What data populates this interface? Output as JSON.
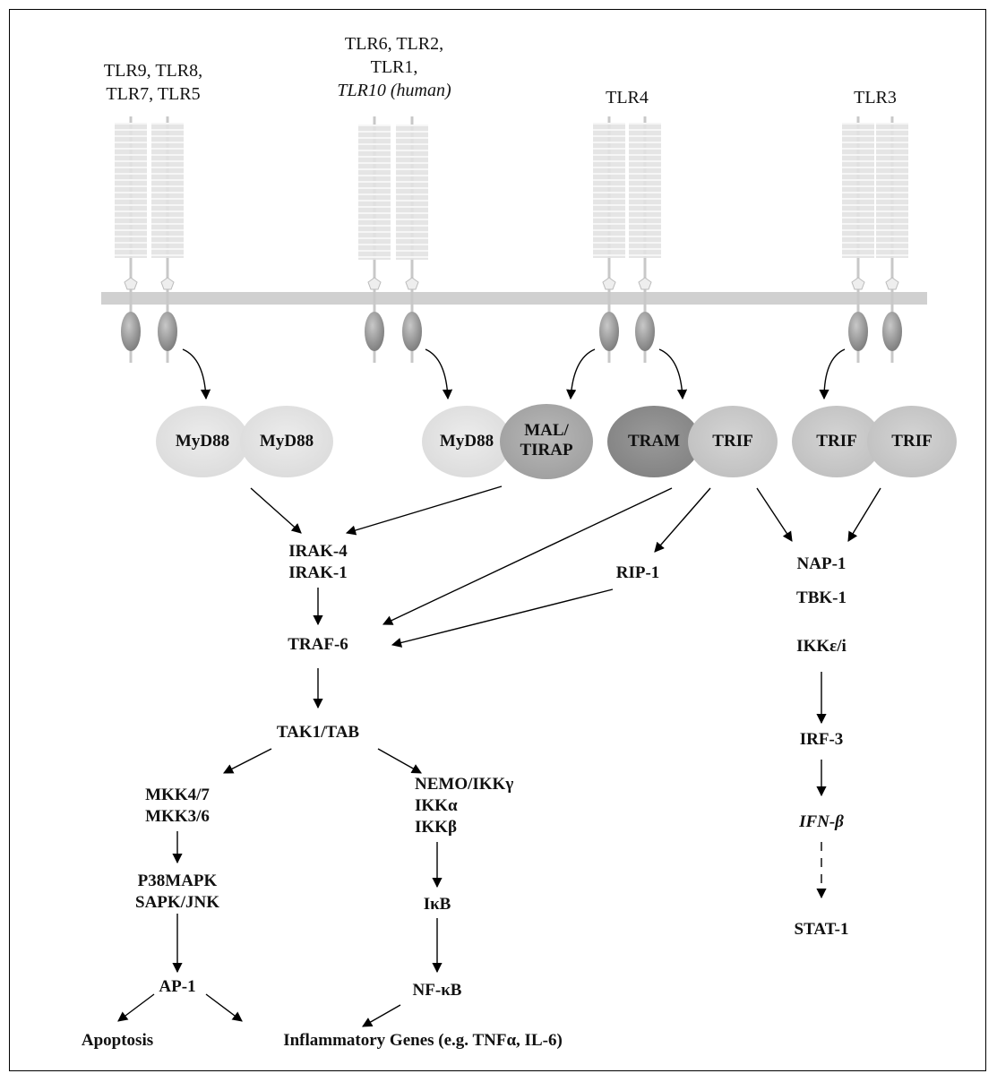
{
  "receptors": {
    "group1": [
      "TLR9, TLR8,",
      "TLR7, TLR5"
    ],
    "group2": [
      "TLR6, TLR2,",
      "TLR1,",
      "TLR10 (human)"
    ],
    "group3": [
      "TLR4"
    ],
    "group4": [
      "TLR3"
    ]
  },
  "adaptors": {
    "myd88_a": "MyD88",
    "myd88_b": "MyD88",
    "myd88_c": "MyD88",
    "mal_tirap": [
      "MAL/",
      "TIRAP"
    ],
    "tram": "TRAM",
    "trif_a": "TRIF",
    "trif_b": "TRIF",
    "trif_c": "TRIF"
  },
  "nodes": {
    "irak": [
      "IRAK-4",
      "IRAK-1"
    ],
    "traf6": "TRAF-6",
    "tak1": "TAK1/TAB",
    "mkk": [
      "MKK4/7",
      "MKK3/6"
    ],
    "p38": [
      "P38MAPK",
      "SAPK/JNK"
    ],
    "ap1": "AP-1",
    "apoptosis": "Apoptosis",
    "inflammatory": "Inflammatory Genes (e.g. TNFα, IL-6)",
    "nemo": [
      "NEMO/IKKγ",
      "IKKα",
      "IKKβ"
    ],
    "ikb": "IκB",
    "nfkb": "NF-κB",
    "rip1": "RIP-1",
    "nap1": "NAP-1",
    "tbk1": "TBK-1",
    "ikke": "IKKε/i",
    "irf3": "IRF-3",
    "ifnb": "IFN-β",
    "stat1": "STAT-1"
  },
  "colors": {
    "myd88": "#e0e0e0",
    "mal_tirap": "#a8a8a8",
    "tram": "#8c8c8c",
    "trif": "#c8c8c8",
    "membrane": "#d0d0d0",
    "receptor": "#d8d8d8",
    "tir_domain": "#8a8a8a"
  }
}
